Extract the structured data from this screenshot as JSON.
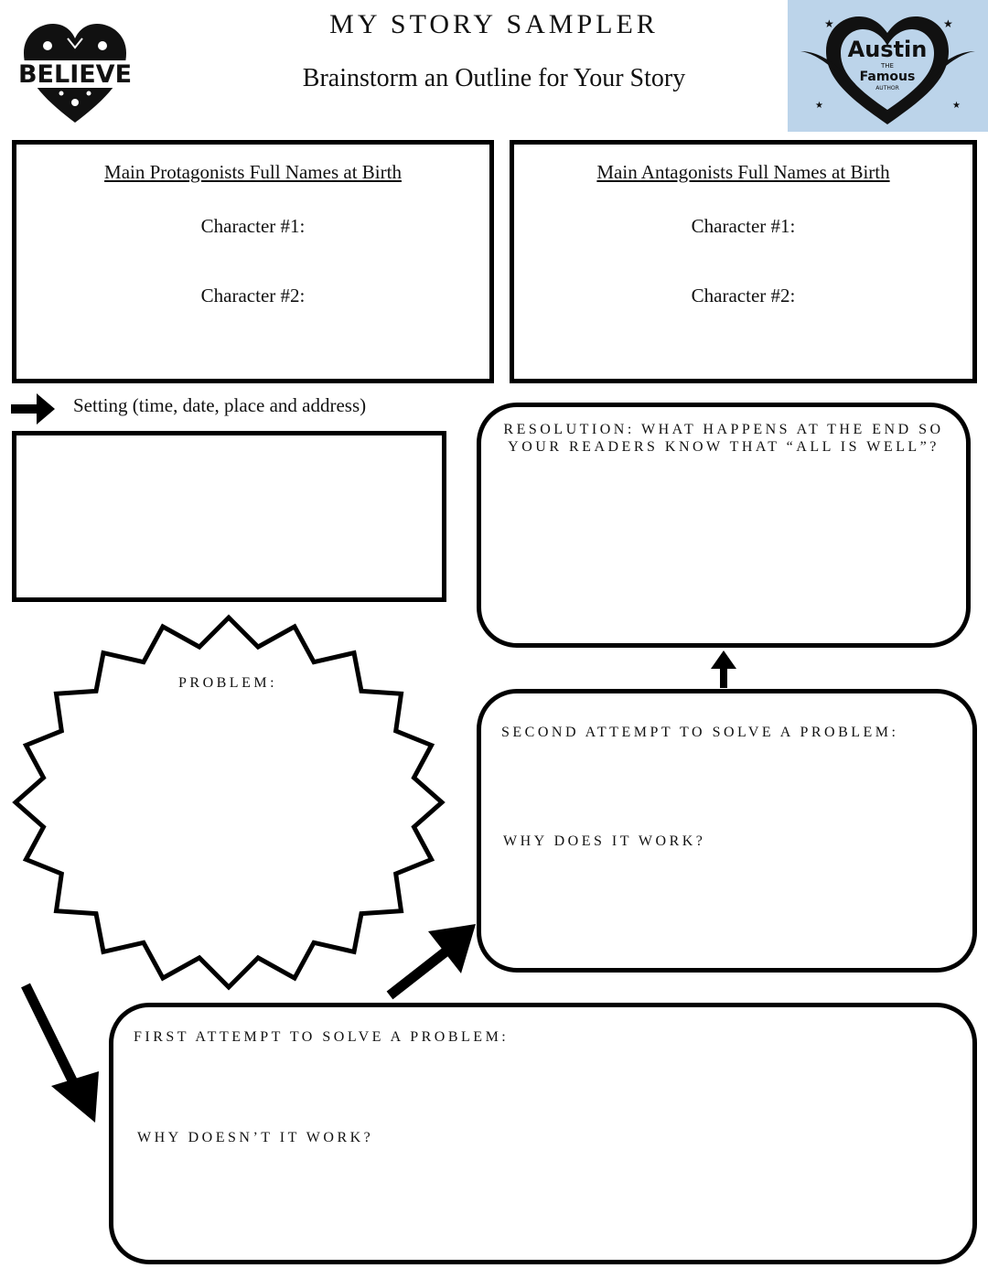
{
  "header": {
    "title": "MY STORY SAMPLER",
    "subtitle": "Brainstorm an Outline for Your Story"
  },
  "logos": {
    "left": {
      "text": "BELIEVE"
    },
    "right": {
      "name": "Austin",
      "line2": "THE",
      "line3": "Famous",
      "line4": "AUTHOR",
      "background": "#bcd4ea"
    }
  },
  "protagonists": {
    "heading": "Main Protagonists Full Names at Birth",
    "char1": "Character #1:",
    "char2": "Character #2:"
  },
  "antagonists": {
    "heading": "Main Antagonists Full Names at Birth",
    "char1": "Character #1:",
    "char2": "Character #2:"
  },
  "setting": {
    "label": "Setting (time, date, place and address)"
  },
  "resolution": {
    "line1": "RESOLUTION: WHAT HAPPENS AT THE END SO",
    "line2": "YOUR READERS KNOW THAT “ALL IS WELL”?"
  },
  "problem": {
    "label": "PROBLEM:"
  },
  "second_attempt": {
    "label": "SECOND ATTEMPT TO SOLVE A PROBLEM:",
    "question": "WHY DOES IT WORK?"
  },
  "first_attempt": {
    "label": "FIRST ATTEMPT TO SOLVE A PROBLEM:",
    "question": "WHY DOESN’T IT WORK?"
  },
  "icons": [
    "heart-logo-icon",
    "quill-heart-logo-icon",
    "arrow-right-icon",
    "arrow-up-icon",
    "arrow-down-right-icon",
    "arrow-up-right-icon"
  ]
}
